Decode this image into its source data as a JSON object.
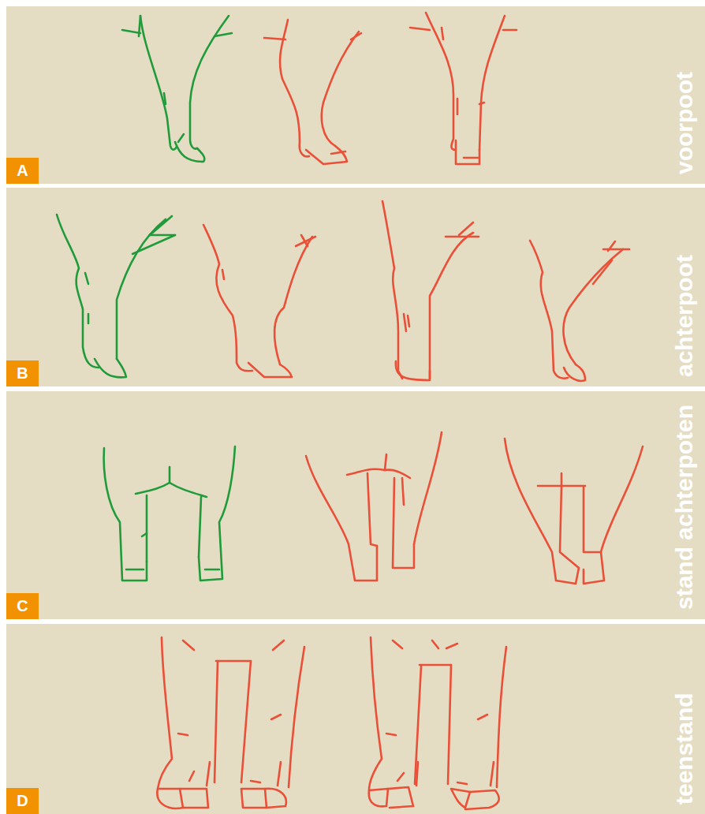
{
  "diagram": {
    "nodes": [
      {
        "text": [
          "voorpoot"
        ]
      },
      {
        "text": [
          "A"
        ],
        "in": 0
      },
      {
        "text": [
          "achterpoot"
        ]
      },
      {
        "text": [
          "B"
        ],
        "in": 2
      },
      {
        "text": [
          "stand achterpoten"
        ]
      },
      {
        "text": [
          "C"
        ],
        "in": 4
      },
      {
        "text": [
          "teenstand"
        ]
      },
      {
        "text": [
          "D"
        ],
        "in": 6
      }
    ]
  }
}
